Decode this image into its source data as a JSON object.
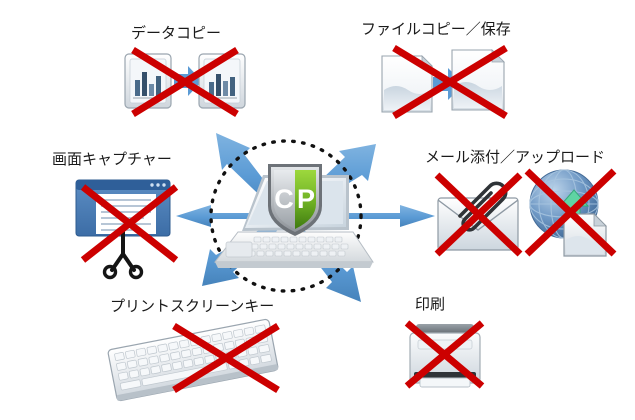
{
  "diagram": {
    "title_center": "CP",
    "center": {
      "device": "laptop",
      "badge_text": "CP",
      "badge_left_letter": "C",
      "badge_right_letter": "P",
      "boundary": "dotted-circle"
    },
    "colors": {
      "arrow_blue": "#5b9bd5",
      "arrow_blue_dark": "#4a87c0",
      "prohibit_red": "#cc0000",
      "shield_green": "#66aa22",
      "shield_grey": "#b9bcbe",
      "text": "#1a1a1a",
      "background": "#ffffff",
      "window_blue": "#3e6fa8",
      "globe_blue": "#5a86b8"
    },
    "nodes": [
      {
        "id": "data-copy",
        "label": "データコピー",
        "icon": "chart-documents-copy-icon",
        "blocked": true,
        "direction": "up-left"
      },
      {
        "id": "file-copy-save",
        "label": "ファイルコピー／保存",
        "icon": "file-documents-copy-icon",
        "blocked": true,
        "direction": "up-right"
      },
      {
        "id": "screen-capture",
        "label": "画面キャプチャー",
        "icon": "window-scissors-icon",
        "blocked": true,
        "direction": "left"
      },
      {
        "id": "mail-attach-upload",
        "label": "メール添付／アップロード",
        "icon": "envelope-paperclip-icon",
        "icon2": "globe-upload-document-icon",
        "blocked": true,
        "direction": "right"
      },
      {
        "id": "print-screen-key",
        "label": "プリントスクリーンキー",
        "icon": "keyboard-icon",
        "blocked": true,
        "direction": "down-left"
      },
      {
        "id": "print",
        "label": "印刷",
        "icon": "printer-icon",
        "blocked": true,
        "direction": "down-right"
      }
    ]
  }
}
